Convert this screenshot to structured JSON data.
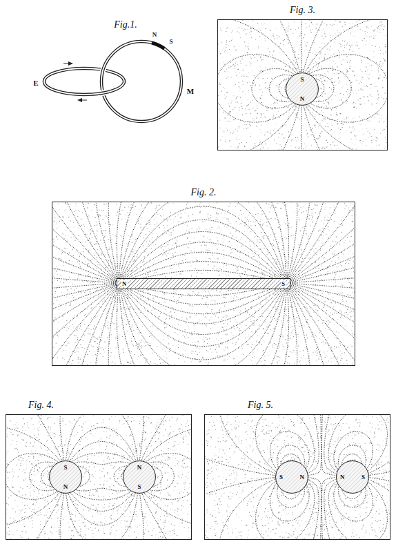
{
  "diagram": {
    "nodes": [
      {
        "text": [
          "Fig. 3."
        ]
      },
      {
        "text": [
          "S",
          "N"
        ],
        "in": 0
      },
      {
        "text": [
          "Fig. 2."
        ]
      },
      {
        "text": [
          "N",
          "S"
        ],
        "in": 2
      },
      {
        "text": [
          "Fig. 4."
        ]
      },
      {
        "text": [
          "S",
          "N"
        ],
        "in": 4
      },
      {
        "text": [
          "N",
          "S"
        ],
        "in": 4
      },
      {
        "text": [
          "Fig. 5."
        ]
      },
      {
        "text": [
          "S",
          "N"
        ],
        "in": 7
      },
      {
        "text": [
          "N",
          "S"
        ],
        "in": 7
      }
    ],
    "labels": [
      "Fig.1.",
      "E",
      "N",
      "S",
      "M"
    ]
  }
}
